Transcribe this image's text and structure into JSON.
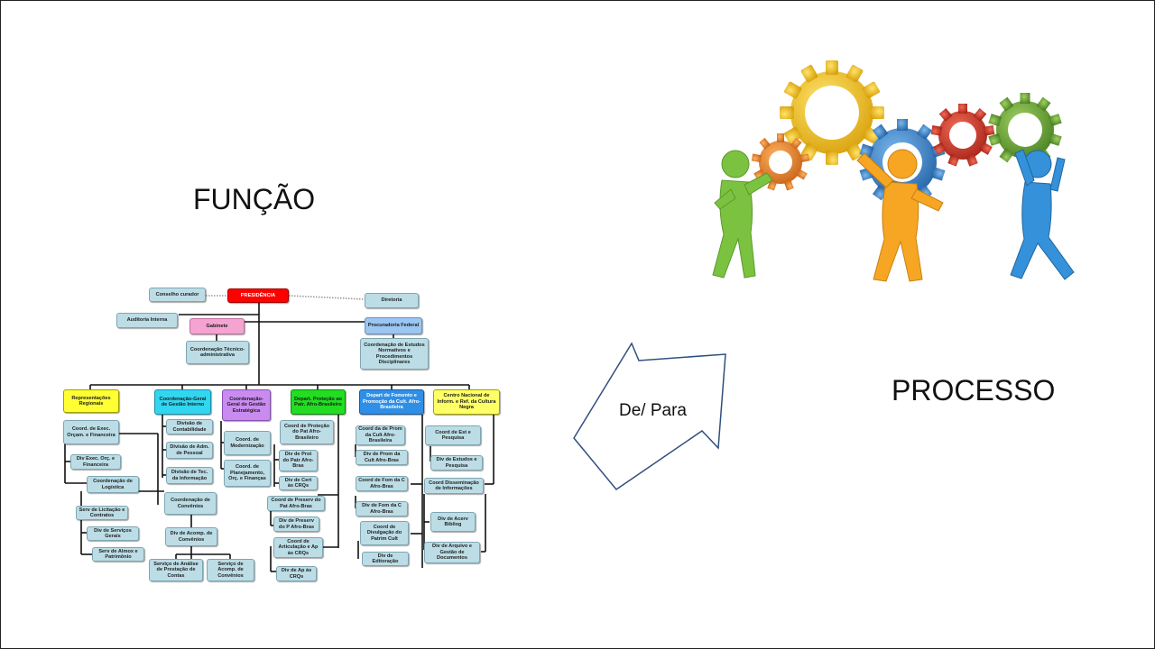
{
  "titles": {
    "left": "FUNÇÃO",
    "right": "PROCESSO"
  },
  "arrow": {
    "label": "De/ Para",
    "fill": "#ffffff",
    "stroke": "#2f4f7f"
  },
  "org": {
    "line_color": "#111111",
    "dotted_color": "#999999",
    "nodes": {
      "presidencia": {
        "label": "PRESIDÊNCIA",
        "color": "#ff0000"
      },
      "conselho": {
        "label": "Conselho curador",
        "color": "#bcdde6"
      },
      "diretoria": {
        "label": "Diretoria",
        "color": "#bcdde6"
      },
      "auditoria": {
        "label": "Auditoria Interna",
        "color": "#bcdde6"
      },
      "gabinete": {
        "label": "Gabinete",
        "color": "#f5a3d3"
      },
      "procuradoria": {
        "label": "Procuradoria Federal",
        "color": "#9cc6f2"
      },
      "coord_tec_adm": {
        "label": "Coordenação Técnico-administrativa",
        "color": "#bcdde6"
      },
      "coord_estudos": {
        "label": "Coordenação de Estudos Normativos e Procedimentos Disciplinares",
        "color": "#bcdde6"
      },
      "rep_reg": {
        "label": "Representações Regionais",
        "color": "#ffff33"
      },
      "cg_gestao": {
        "label": "Coordenação-Geral de Gestão Interno",
        "color": "#33d6f0"
      },
      "cg_estrat": {
        "label": "Coordenação-Geral de Gestão Estratégica",
        "color": "#c98bf0"
      },
      "dep_protecao": {
        "label": "Depart. Proteção ao Patr. Afro-Brasileiro",
        "color": "#22dd22"
      },
      "dep_fomento": {
        "label": "Depart de Fomento e Promoção da Cult. Afro-Brasileira",
        "color": "#2f8fe6"
      },
      "centro_nac": {
        "label": "Centro Nacional de Inform. e Ref. da Cultura Negra",
        "color": "#ffff66"
      },
      "coord_exec": {
        "label": "Coord. de Exec. Orçam. e Financeira",
        "color": "#bcdde6"
      },
      "div_exec": {
        "label": "Div Exec. Orç. e Financeira",
        "color": "#bcdde6"
      },
      "coord_log": {
        "label": "Coordenação de Logística",
        "color": "#bcdde6"
      },
      "serv_licit": {
        "label": "Serv de Licitação e Contratos",
        "color": "#bcdde6"
      },
      "div_serv_gerais": {
        "label": "Div de Serviços Gerais",
        "color": "#bcdde6"
      },
      "serv_almox": {
        "label": "Serv de Almox e Patrimônio",
        "color": "#bcdde6"
      },
      "div_contab": {
        "label": "Divisão de Contabilidade",
        "color": "#bcdde6"
      },
      "div_adm_pessoal": {
        "label": "Divisão de Adm. de Pessoal",
        "color": "#bcdde6"
      },
      "div_tec_info": {
        "label": "Divisão de Tec. da Informação",
        "color": "#bcdde6"
      },
      "coord_convenios": {
        "label": "Coordenação de Convênios",
        "color": "#bcdde6"
      },
      "div_acomp_conv": {
        "label": "Div de Acomp. de Convênios",
        "color": "#bcdde6"
      },
      "serv_analise": {
        "label": "Serviço de Análise de Prestação de Contas",
        "color": "#bcdde6"
      },
      "serv_acomp": {
        "label": "Serviço de Acomp. de Convênios",
        "color": "#bcdde6"
      },
      "coord_modern": {
        "label": "Coord. de Modernização",
        "color": "#bcdde6"
      },
      "coord_planej": {
        "label": "Coord. de Planejamento, Orç. e Finanças",
        "color": "#bcdde6"
      },
      "coord_prot_pat": {
        "label": "Coord de Proteção do Pat Afro-Brasileiro",
        "color": "#bcdde6"
      },
      "div_prot_pat": {
        "label": "Div de Prot do Patr Afro-Bras",
        "color": "#bcdde6"
      },
      "div_cert": {
        "label": "Div de Cert às CRQs",
        "color": "#bcdde6"
      },
      "coord_preserv": {
        "label": "Coord de Preserv do Pat Afro-Bras",
        "color": "#bcdde6"
      },
      "div_preserv": {
        "label": "Div de Preserv do P Afro-Bras",
        "color": "#bcdde6"
      },
      "coord_artic": {
        "label": "Coord de Articulação e Ap às CRQs",
        "color": "#bcdde6"
      },
      "div_ap": {
        "label": "Div de Ap às CRQs",
        "color": "#bcdde6"
      },
      "coord_prom_cult": {
        "label": "Coord da de Prom da Cult Afro-Brasileira",
        "color": "#bcdde6"
      },
      "div_prom_cult": {
        "label": "Div de Prom da Cult Afro-Bras",
        "color": "#bcdde6"
      },
      "coord_fom_c": {
        "label": "Coord de Fom da C Afro-Bras",
        "color": "#bcdde6"
      },
      "div_fom_c": {
        "label": "Div de Fom da C Afro-Bras",
        "color": "#bcdde6"
      },
      "coord_divulg": {
        "label": "Coord de Divulgação do Patrim Cult",
        "color": "#bcdde6"
      },
      "div_editor": {
        "label": "Div de Editoração",
        "color": "#bcdde6"
      },
      "coord_est_pesq": {
        "label": "Coord de Est e Pesquisa",
        "color": "#bcdde6"
      },
      "div_est_pesq": {
        "label": "Div de Estudos e Pesquisa",
        "color": "#bcdde6"
      },
      "coord_dissem": {
        "label": "Coord Disseminação de Informações",
        "color": "#bcdde6"
      },
      "div_acerv": {
        "label": "Div de Acerv Bibliog",
        "color": "#bcdde6"
      },
      "div_arquivo": {
        "label": "Div de Arquivo e Gestão de Documentos",
        "color": "#bcdde6"
      }
    }
  },
  "gears": {
    "yellow": "#f4c21a",
    "orange": "#ee8a2a",
    "blue": "#3a86d0",
    "red": "#d93b2a",
    "green": "#6aa63a",
    "figure_green": "#7cc241",
    "figure_orange": "#f6a623",
    "figure_blue": "#3591d9"
  }
}
